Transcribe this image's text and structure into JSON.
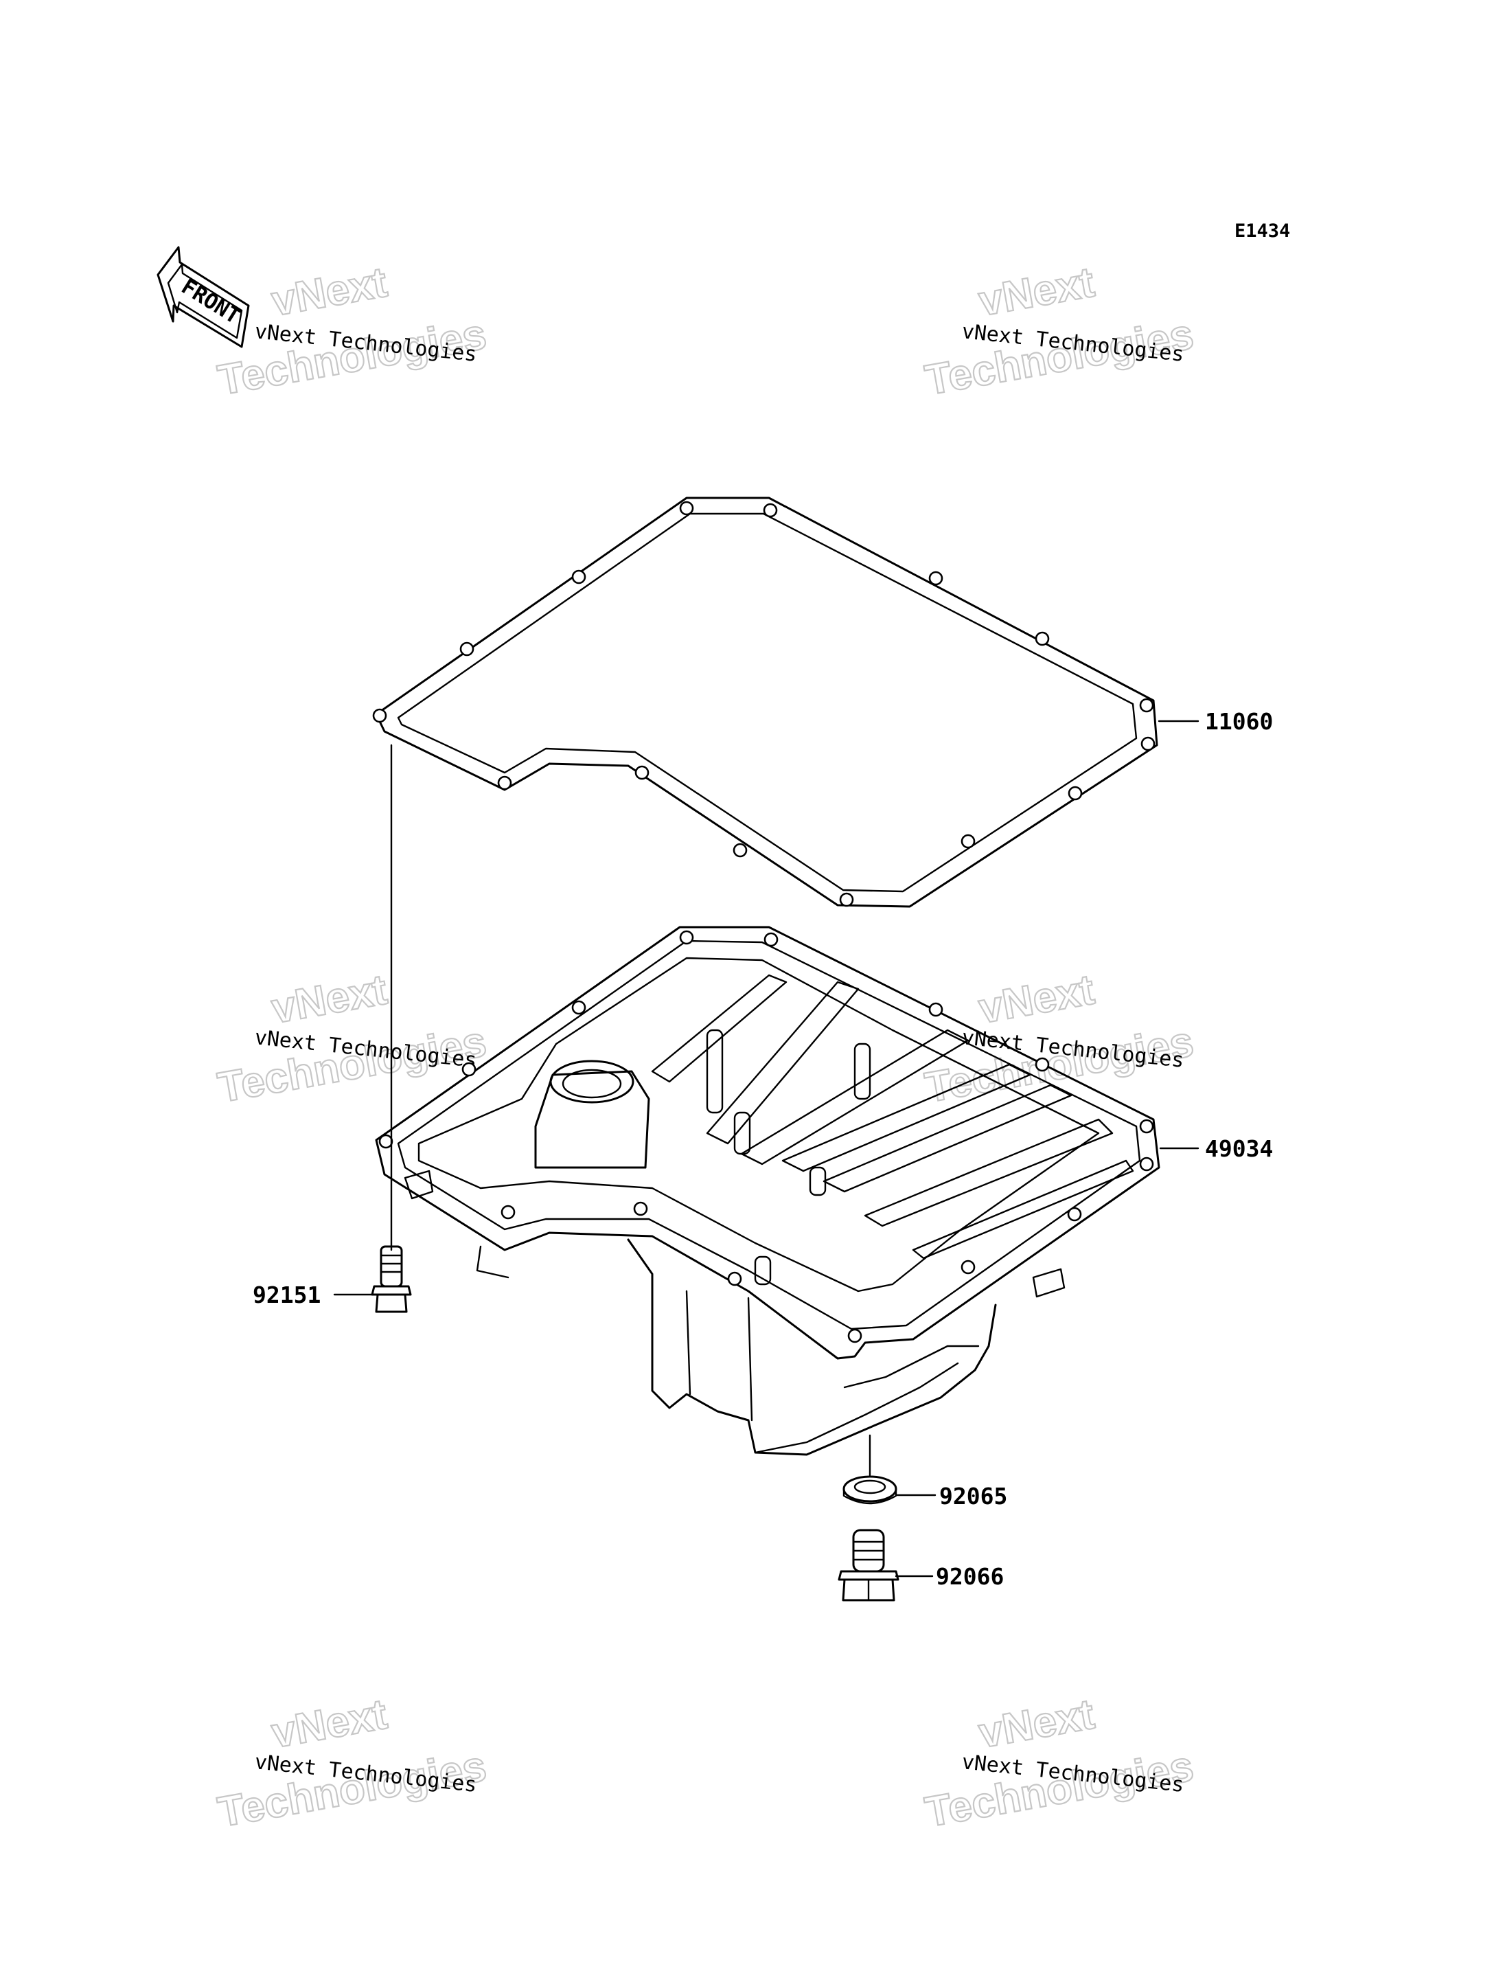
{
  "diagram_code": "E1434",
  "front_label": "FRONT",
  "watermark": {
    "line1": "vNext Technologies",
    "big_line1": "vNext",
    "big_line2": "Technologies"
  },
  "parts": [
    {
      "id": "gasket",
      "number": "11060"
    },
    {
      "id": "oil-pan",
      "number": "49034"
    },
    {
      "id": "bolt",
      "number": "92151"
    },
    {
      "id": "washer",
      "number": "92065"
    },
    {
      "id": "drain-plug",
      "number": "92066"
    }
  ]
}
